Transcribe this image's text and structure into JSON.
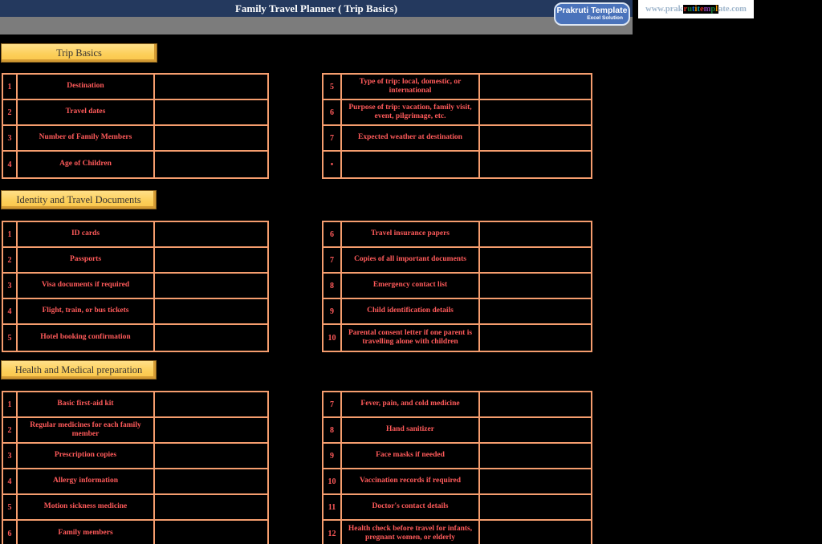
{
  "colors": {
    "navy_bar": "#24395E",
    "gray_bar": "#7C7C7C",
    "table_border": "#F59D6E",
    "cell_text": "#FF5A5A",
    "section_header_fill": "#FBC84C",
    "badge_blue": "#4A73BB",
    "url_text": "#9FB6CC"
  },
  "header": {
    "title": "Family Travel Planner ( Trip Basics)",
    "badge": {
      "line1": "Prakruti Template",
      "line2": "Excel Solution"
    },
    "website": {
      "prefix": "www.prak",
      "mid": "rutitempl",
      "suffix": "ate.com",
      "mid_colors": [
        "#D93025",
        "#188038",
        "#1A73E8",
        "#F29900",
        "#12A4AF",
        "#D93025",
        "#8E44AD",
        "#188038",
        "#F29900"
      ]
    }
  },
  "sections": [
    {
      "title": "Trip Basics",
      "left": [
        {
          "num": "1",
          "label": "Destination",
          "value": ""
        },
        {
          "num": "2",
          "label": "Travel dates",
          "value": ""
        },
        {
          "num": "3",
          "label": "Number of Family Members",
          "value": ""
        },
        {
          "num": "4",
          "label": "Age of Children",
          "value": ""
        }
      ],
      "right": [
        {
          "num": "5",
          "label": "Type of trip: local, domestic, or international",
          "value": ""
        },
        {
          "num": "6",
          "label": "Purpose of trip: vacation, family visit, event, pilgrimage, etc.",
          "value": ""
        },
        {
          "num": "7",
          "label": "Expected weather at destination",
          "value": ""
        },
        {
          "num": "•",
          "label": "",
          "value": ""
        }
      ]
    },
    {
      "title": "Identity and Travel Documents",
      "left": [
        {
          "num": "1",
          "label": "ID cards",
          "value": ""
        },
        {
          "num": "2",
          "label": "Passports",
          "value": ""
        },
        {
          "num": "3",
          "label": "Visa documents if required",
          "value": ""
        },
        {
          "num": "4",
          "label": "Flight, train, or bus tickets",
          "value": ""
        },
        {
          "num": "5",
          "label": "Hotel booking confirmation",
          "value": ""
        }
      ],
      "right": [
        {
          "num": "6",
          "label": "Travel insurance papers",
          "value": ""
        },
        {
          "num": "7",
          "label": "Copies of all important documents",
          "value": ""
        },
        {
          "num": "8",
          "label": "Emergency contact list",
          "value": ""
        },
        {
          "num": "9",
          "label": "Child identification details",
          "value": ""
        },
        {
          "num": "10",
          "label": "Parental consent letter if one parent is travelling alone with children",
          "value": ""
        }
      ]
    },
    {
      "title": "Health and Medical preparation",
      "left": [
        {
          "num": "1",
          "label": "Basic first-aid kit",
          "value": ""
        },
        {
          "num": "2",
          "label": "Regular medicines for each family member",
          "value": ""
        },
        {
          "num": "3",
          "label": "Prescription copies",
          "value": ""
        },
        {
          "num": "4",
          "label": "Allergy information",
          "value": ""
        },
        {
          "num": "5",
          "label": "Motion sickness medicine",
          "value": ""
        },
        {
          "num": "6",
          "label": "Family members",
          "value": ""
        }
      ],
      "right": [
        {
          "num": "7",
          "label": "Fever, pain, and cold medicine",
          "value": ""
        },
        {
          "num": "8",
          "label": "Hand sanitizer",
          "value": ""
        },
        {
          "num": "9",
          "label": "Face masks if needed",
          "value": ""
        },
        {
          "num": "10",
          "label": "Vaccination records if required",
          "value": ""
        },
        {
          "num": "11",
          "label": "Doctor's contact details",
          "value": ""
        },
        {
          "num": "12",
          "label": "Health check before travel for infants, pregnant women, or elderly",
          "value": ""
        }
      ]
    }
  ]
}
